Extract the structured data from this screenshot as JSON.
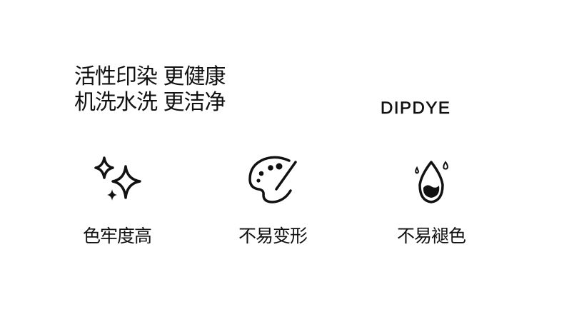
{
  "headline": {
    "line1": "活性印染 更健康",
    "line2": "机洗水洗 更洁净"
  },
  "brand": "DIPDYE",
  "features": [
    {
      "icon": "sparkles-icon",
      "label": "色牢度高"
    },
    {
      "icon": "palette-icon",
      "label": "不易变形"
    },
    {
      "icon": "water-drop-icon",
      "label": "不易褪色"
    }
  ]
}
